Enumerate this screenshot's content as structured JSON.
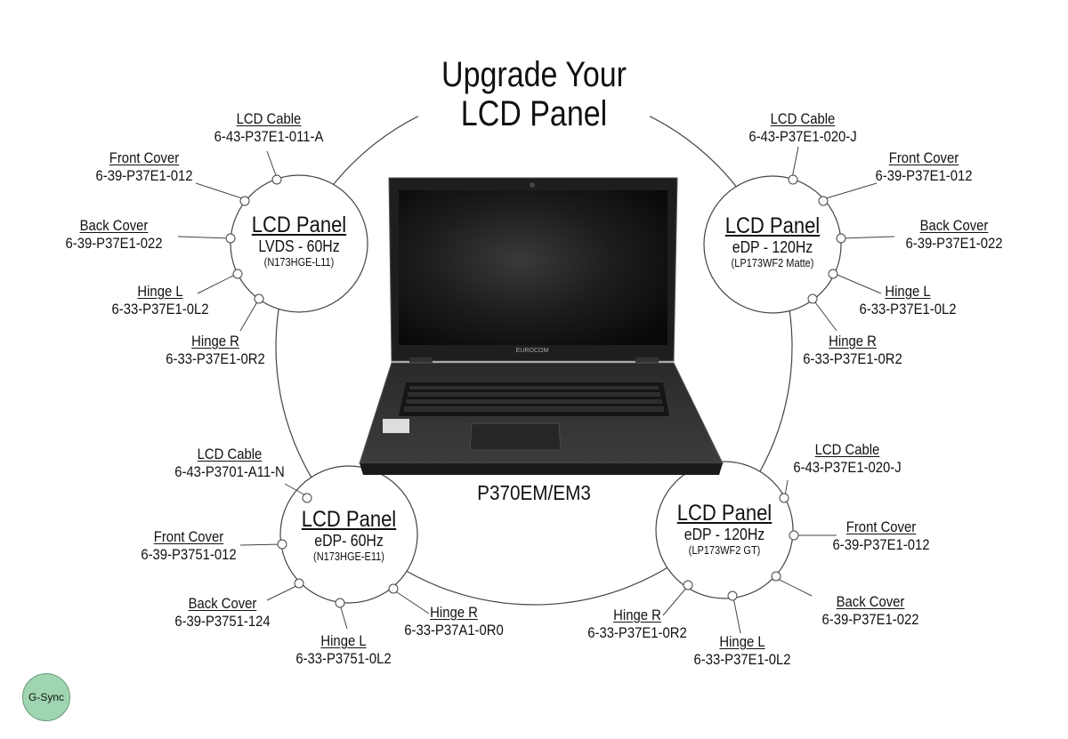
{
  "title_line1": "Upgrade Your",
  "title_line2": "LCD Panel",
  "model": "P370EM/EM3",
  "badge": "G-Sync",
  "laptop_brand": "EUROCOM",
  "colors": {
    "line": "#444444",
    "badge": "#9fd5b1",
    "text": "#111111"
  },
  "panels": [
    {
      "id": "tl",
      "title": "LCD Panel",
      "subtitle": "LVDS - 60Hz",
      "model": "(N173HGE-L11)",
      "parts": [
        {
          "name": "LCD Cable",
          "number": "6-43-P37E1-011-A"
        },
        {
          "name": "Front Cover",
          "number": "6-39-P37E1-012"
        },
        {
          "name": "Back Cover",
          "number": "6-39-P37E1-022"
        },
        {
          "name": "Hinge L",
          "number": "6-33-P37E1-0L2"
        },
        {
          "name": "Hinge R",
          "number": "6-33-P37E1-0R2"
        }
      ]
    },
    {
      "id": "tr",
      "title": "LCD Panel",
      "subtitle": "eDP - 120Hz",
      "model": "(LP173WF2 Matte)",
      "parts": [
        {
          "name": "LCD Cable",
          "number": "6-43-P37E1-020-J"
        },
        {
          "name": "Front Cover",
          "number": "6-39-P37E1-012"
        },
        {
          "name": "Back Cover",
          "number": "6-39-P37E1-022"
        },
        {
          "name": "Hinge L",
          "number": "6-33-P37E1-0L2"
        },
        {
          "name": "Hinge R",
          "number": "6-33-P37E1-0R2"
        }
      ]
    },
    {
      "id": "bl",
      "title": "LCD Panel",
      "subtitle": "eDP- 60Hz",
      "model": "(N173HGE-E11)",
      "parts": [
        {
          "name": "LCD Cable",
          "number": "6-43-P3701-A11-N"
        },
        {
          "name": "Front Cover",
          "number": "6-39-P3751-012"
        },
        {
          "name": "Back Cover",
          "number": "6-39-P3751-124"
        },
        {
          "name": "Hinge L",
          "number": "6-33-P3751-0L2"
        },
        {
          "name": "Hinge R",
          "number": "6-33-P37A1-0R0"
        }
      ]
    },
    {
      "id": "br",
      "title": "LCD Panel",
      "subtitle": "eDP - 120Hz",
      "model": "(LP173WF2 GT)",
      "parts": [
        {
          "name": "LCD Cable",
          "number": "6-43-P37E1-020-J"
        },
        {
          "name": "Front Cover",
          "number": "6-39-P37E1-012"
        },
        {
          "name": "Back Cover",
          "number": "6-39-P37E1-022"
        },
        {
          "name": "Hinge R",
          "number": "6-33-P37E1-0R2"
        },
        {
          "name": "Hinge L",
          "number": "6-33-P37E1-0L2"
        }
      ]
    }
  ]
}
